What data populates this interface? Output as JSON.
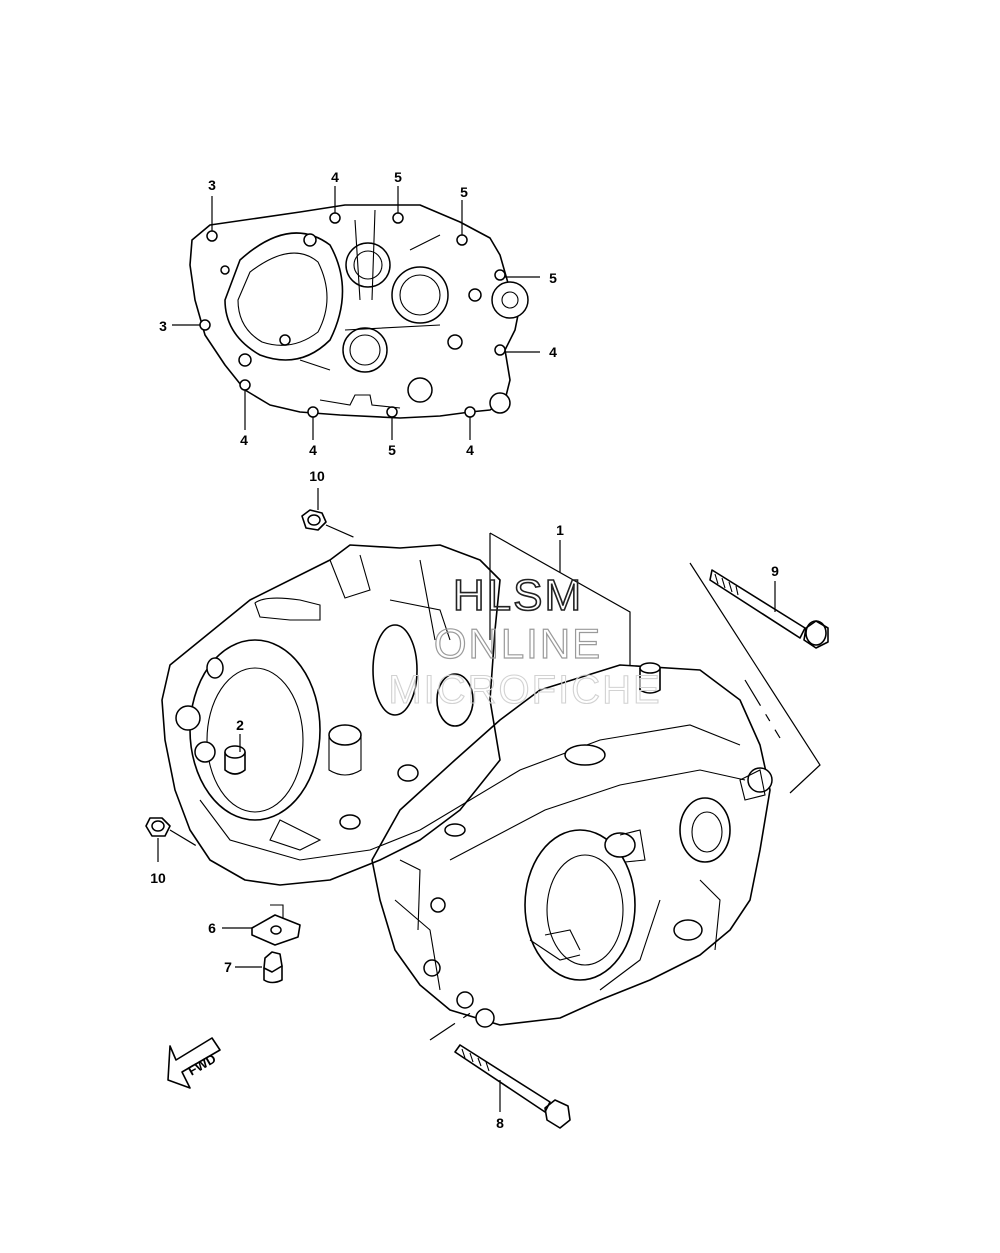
{
  "diagram": {
    "callouts": [
      {
        "id": "c3a",
        "label": "3"
      },
      {
        "id": "c4a",
        "label": "4"
      },
      {
        "id": "c5a",
        "label": "5"
      },
      {
        "id": "c5b",
        "label": "5"
      },
      {
        "id": "c5c",
        "label": "5"
      },
      {
        "id": "c3b",
        "label": "3"
      },
      {
        "id": "c4b",
        "label": "4"
      },
      {
        "id": "c4c",
        "label": "4"
      },
      {
        "id": "c4d",
        "label": "4"
      },
      {
        "id": "c5d",
        "label": "5"
      },
      {
        "id": "c4e",
        "label": "4"
      },
      {
        "id": "c10a",
        "label": "10"
      },
      {
        "id": "c1",
        "label": "1"
      },
      {
        "id": "c9",
        "label": "9"
      },
      {
        "id": "c2",
        "label": "2"
      },
      {
        "id": "c10b",
        "label": "10"
      },
      {
        "id": "c6",
        "label": "6"
      },
      {
        "id": "c7",
        "label": "7"
      },
      {
        "id": "c8",
        "label": "8"
      }
    ],
    "watermark": {
      "line1": "HLSM",
      "line2": "ONLINE",
      "line3": "MICROFICHE"
    },
    "fwd_label": "FWD"
  }
}
